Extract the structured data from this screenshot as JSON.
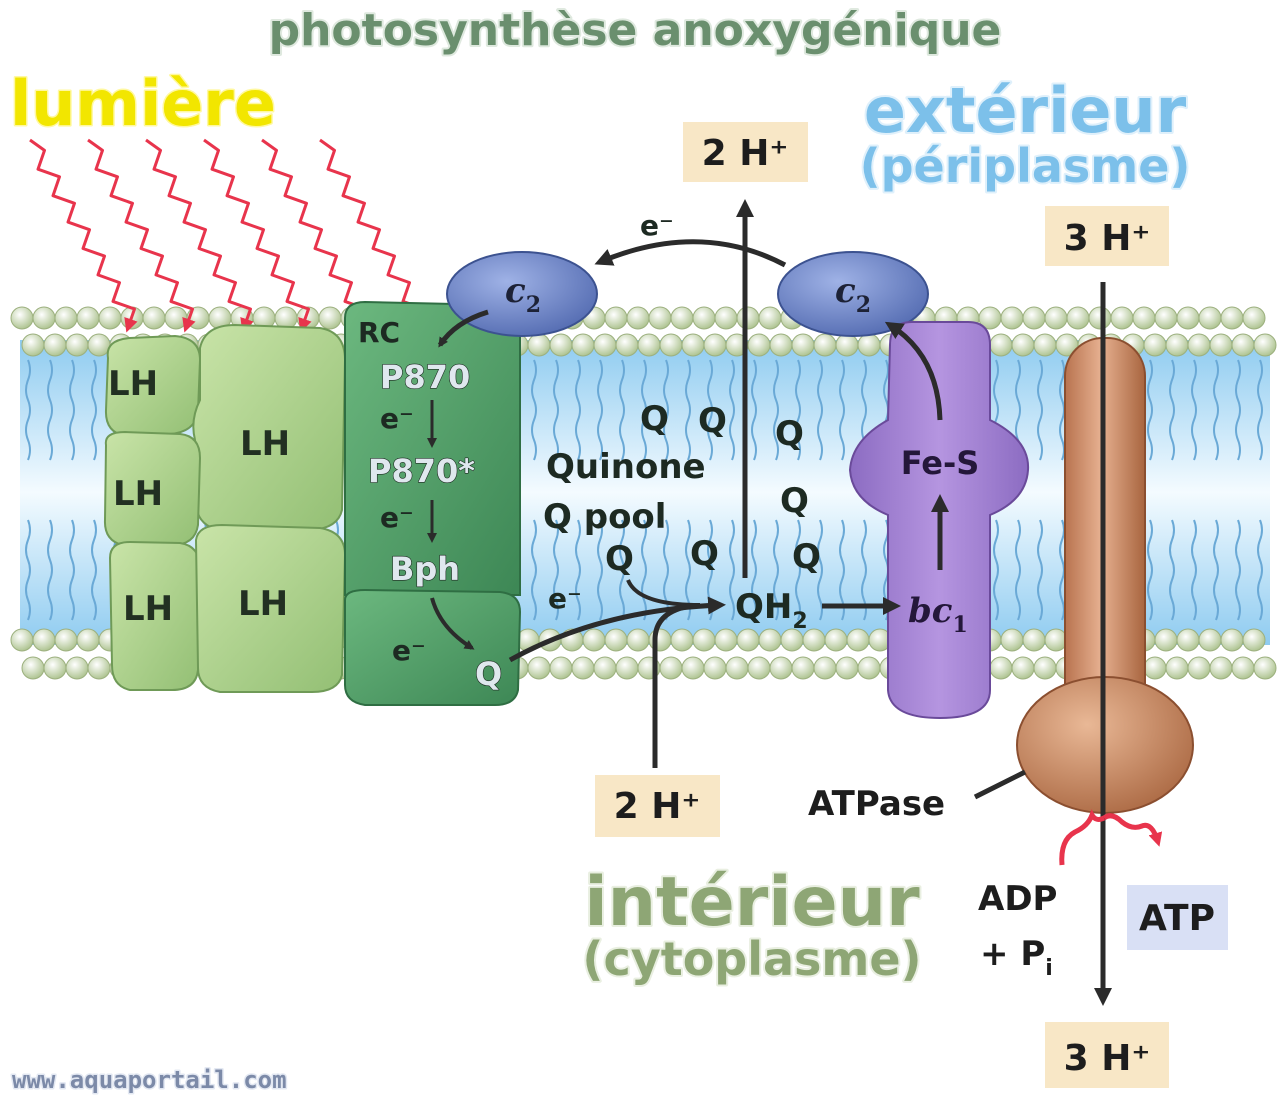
{
  "title": "photosynthèse anoxygénique",
  "light_label": "lumière",
  "exterior": {
    "title": "extérieur",
    "subtitle": "(périplasme)"
  },
  "interior": {
    "title": "intérieur",
    "subtitle": "(cytoplasme)"
  },
  "lh_labels": [
    "LH",
    "LH",
    "LH",
    "LH",
    "LH"
  ],
  "rc": {
    "label": "RC",
    "p870": "P870",
    "p870_star": "P870*",
    "bph": "Bph",
    "q": "Q",
    "e_minus": "e⁻"
  },
  "cytochrome_c2": {
    "c": "c",
    "sub": "2"
  },
  "quinone_pool": {
    "line1": "Quinone",
    "line2": "Q pool",
    "q": "Q",
    "qh2": "QH",
    "qh2_sub": "2"
  },
  "bc1": {
    "b": "bc",
    "sub": "1",
    "fes": "Fe-S"
  },
  "protons": {
    "top": "2 H⁺",
    "bottom": "2 H⁺",
    "atp_in": "3 H⁺",
    "atp_out": "3 H⁺"
  },
  "atpase": {
    "label": "ATPase",
    "adp": "ADP",
    "pi": "+ P",
    "pi_sub": "i",
    "atp": "ATP"
  },
  "electron_label": "e⁻",
  "website": "www.aquaportail.com",
  "colors": {
    "title": "#6a8f6e",
    "light": "#f2e600",
    "exterior": "#7cc0ea",
    "interior": "#8ea675",
    "lh": "#a9cf8a",
    "rc": "#4e9a64",
    "c2": "#6f86c8",
    "bc1": "#9f7fd0",
    "atpase": "#c98b68",
    "box": "#f8e7c6",
    "atp_box": "#d9e0f5",
    "wave": "#e8344c"
  }
}
